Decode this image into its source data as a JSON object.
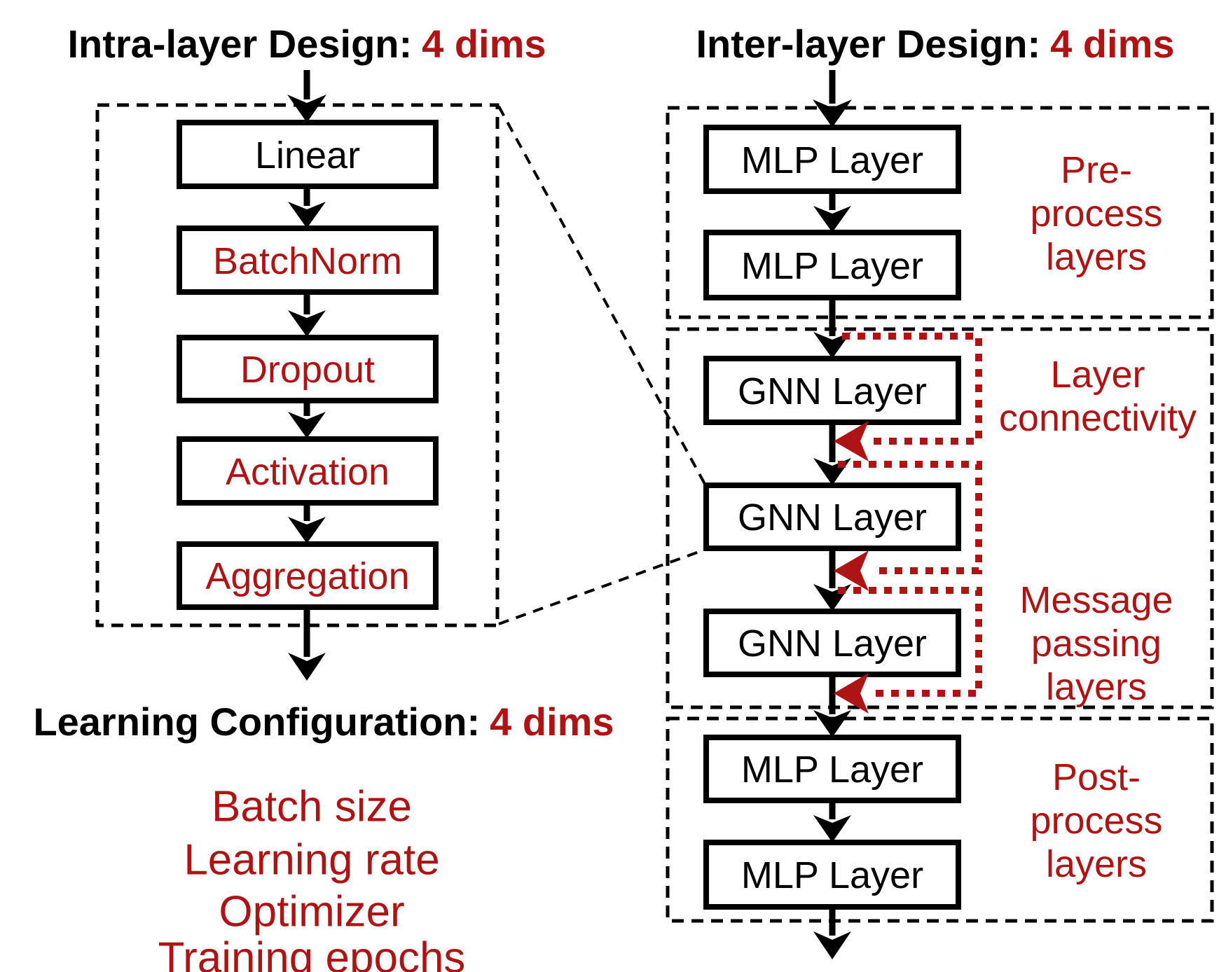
{
  "colors": {
    "accent_red": "#AE1414",
    "ink_black": "#000000",
    "background": "#FFFFFF"
  },
  "intra": {
    "title": "Intra-layer Design:",
    "title_accent": "4 dims",
    "boxes": [
      {
        "label": "Linear",
        "color": "black"
      },
      {
        "label": "BatchNorm",
        "color": "red"
      },
      {
        "label": "Dropout",
        "color": "red"
      },
      {
        "label": "Activation",
        "color": "red"
      },
      {
        "label": "Aggregation",
        "color": "red"
      }
    ]
  },
  "inter": {
    "title": "Inter-layer Design:",
    "title_accent": "4 dims",
    "boxes": [
      "MLP Layer",
      "MLP Layer",
      "GNN Layer",
      "GNN Layer",
      "GNN Layer",
      "MLP Layer",
      "MLP Layer"
    ],
    "labels": {
      "pre": [
        "Pre-",
        "process",
        "layers"
      ],
      "conn": [
        "Layer",
        "connectivity"
      ],
      "msg": [
        "Message",
        "passing",
        "layers"
      ],
      "post": [
        "Post-",
        "process",
        "layers"
      ]
    }
  },
  "learning": {
    "title": "Learning Configuration:",
    "title_accent": "4 dims",
    "items": [
      "Batch size",
      "Learning rate",
      "Optimizer",
      "Training epochs"
    ]
  }
}
